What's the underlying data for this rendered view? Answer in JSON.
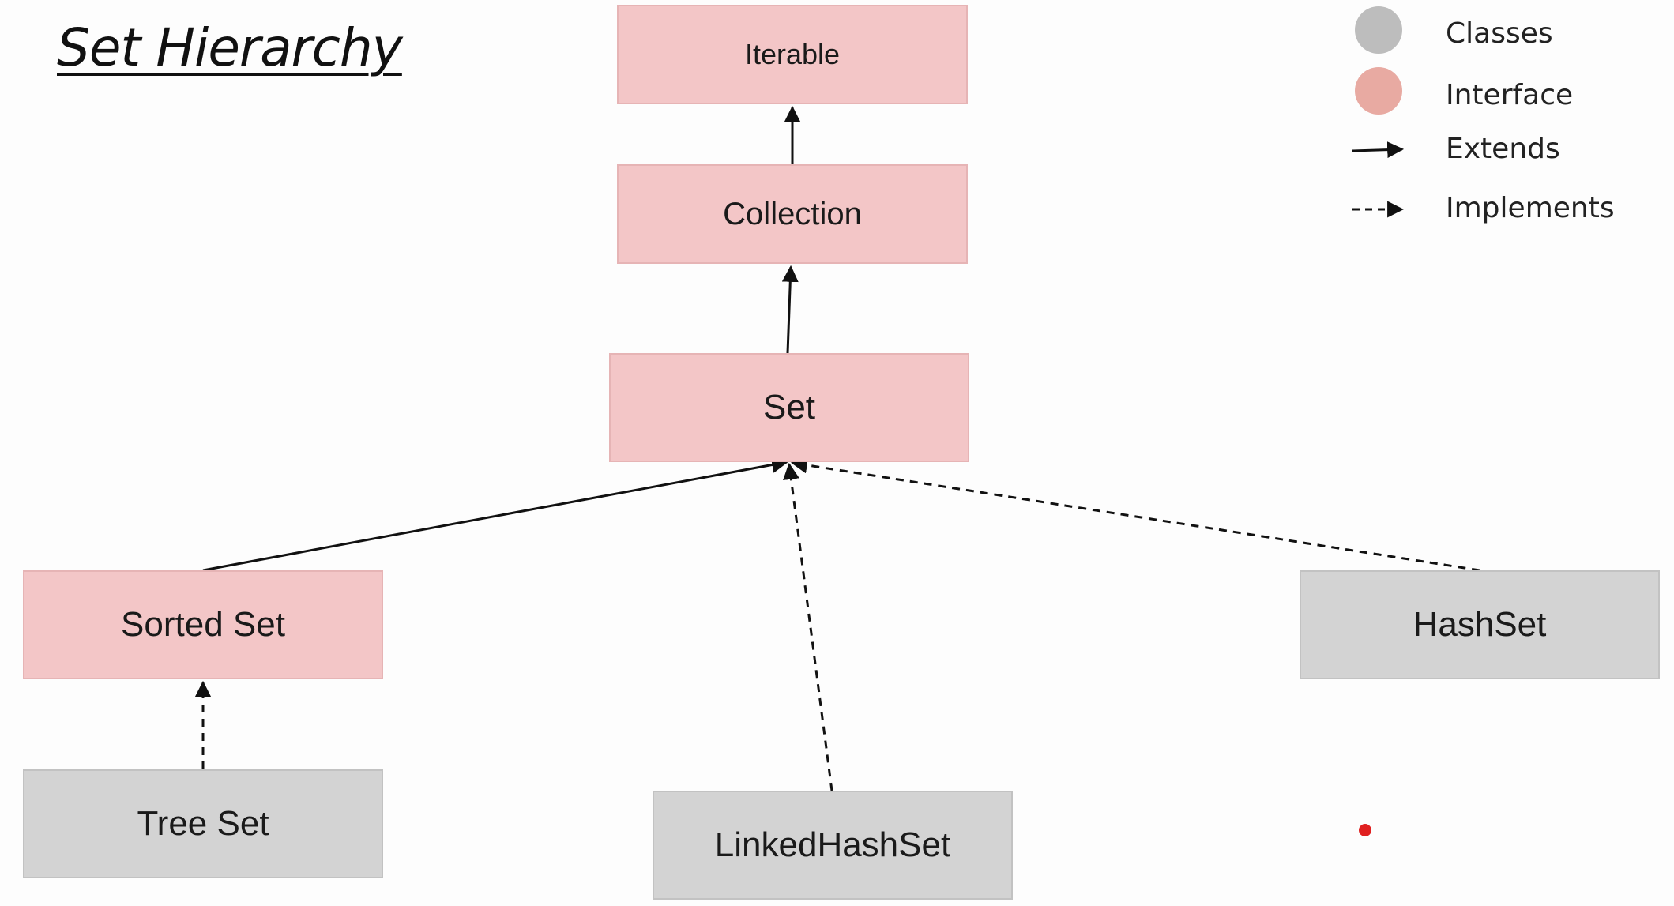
{
  "title": "Set Hierarchy",
  "nodes": {
    "iterable": "Iterable",
    "collection": "Collection",
    "set": "Set",
    "sorted_set": "Sorted Set",
    "hashset": "HashSet",
    "tree_set": "Tree Set",
    "linked_hash_set": "LinkedHashSet"
  },
  "legend": {
    "classes": "Classes",
    "interface": "Interface",
    "extends": "Extends",
    "implements": "Implements"
  },
  "colors": {
    "interface_fill": "#f3c6c7",
    "class_fill": "#d3d3d3",
    "legend_class_dot": "#bdbdbd",
    "legend_interface_dot": "#e8aaa2",
    "edge": "#111111",
    "cursor": "#e02020"
  }
}
